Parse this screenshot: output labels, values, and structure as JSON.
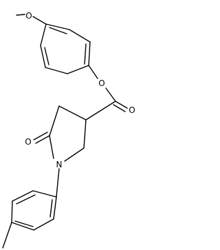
{
  "structure": {
    "name": "",
    "atom_labels": {
      "methoxy_oxygen": "O",
      "ester_oxygen": "O",
      "carbonyl_oxygen_ester": "O",
      "carbonyl_oxygen_lactam": "O",
      "ring_nitrogen": "N"
    },
    "colors": {
      "bond": "#000000",
      "label": "#000000",
      "background": "#ffffff"
    }
  }
}
